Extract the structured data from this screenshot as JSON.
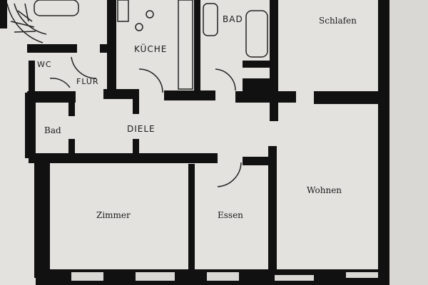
{
  "rooms": {
    "schlafen": "Schlafen",
    "kueche": "KÜCHE",
    "bad_top": "BAD",
    "wc": "WC",
    "flur": "FLUR",
    "bad_left": "Bad",
    "diele": "DIELE",
    "wohnen": "Wohnen",
    "zimmer": "Zimmer",
    "essen": "Essen"
  },
  "colors": {
    "paper": "#d9d7d4",
    "wall": "#111111"
  }
}
